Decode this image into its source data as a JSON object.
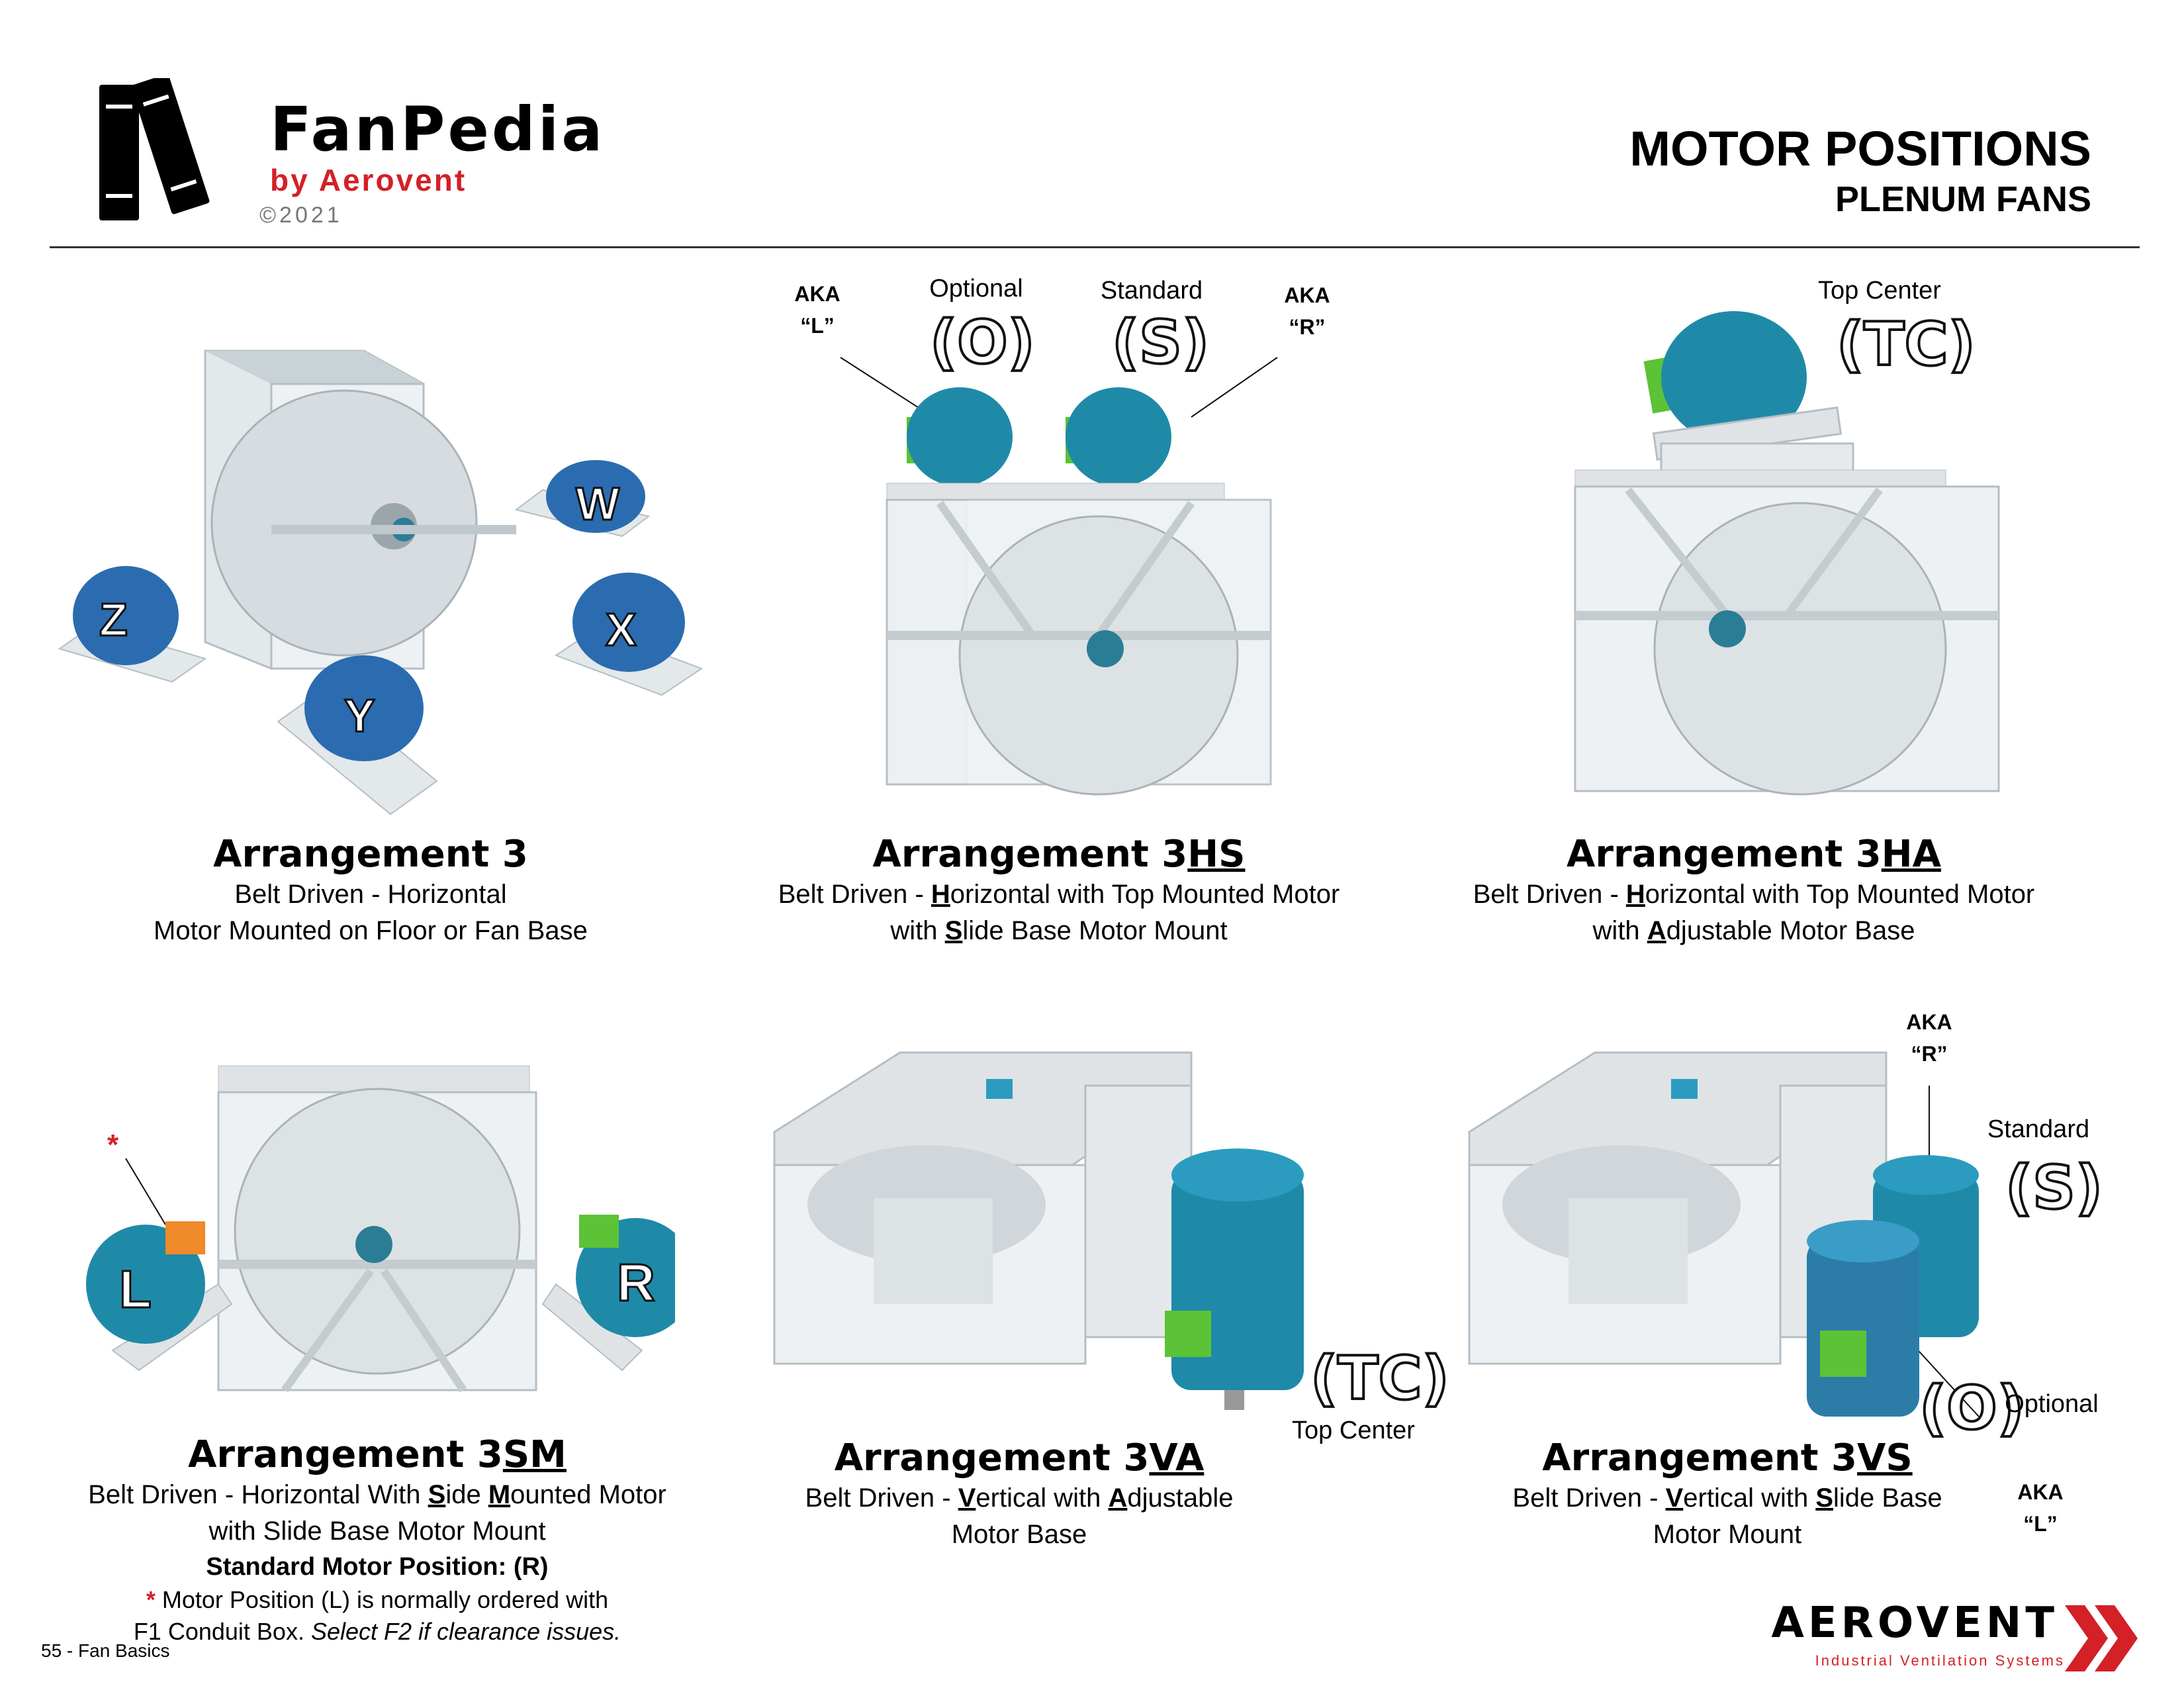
{
  "header": {
    "brand_title": "FanPedia",
    "brand_by": "by Aerovent",
    "copyright": "©2021",
    "page_title": "MOTOR POSITIONS",
    "page_subtitle": "PLENUM FANS"
  },
  "panels": {
    "arr3": {
      "title": "Arrangement 3",
      "line1": "Belt Driven - Horizontal",
      "line2": "Motor Mounted on Floor or Fan Base",
      "motor_letters": [
        "W",
        "Z",
        "X",
        "Y"
      ]
    },
    "arr3hs": {
      "title_prefix": "Arrangement 3",
      "title_suffix": "HS",
      "line1_a": "Belt Driven - ",
      "line1_b": "H",
      "line1_c": "orizontal with Top Mounted Motor",
      "line2_a": "with ",
      "line2_b": "S",
      "line2_c": "lide Base Motor Mount",
      "optional_label": "Optional",
      "standard_label": "Standard",
      "aka_left_1": "AKA",
      "aka_left_2": "“L”",
      "aka_right_1": "AKA",
      "aka_right_2": "“R”",
      "pos_o": "(O)",
      "pos_s": "(S)"
    },
    "arr3ha": {
      "title_prefix": "Arrangement 3",
      "title_suffix": "HA",
      "line1_a": "Belt Driven - ",
      "line1_b": "H",
      "line1_c": "orizontal with Top Mounted Motor",
      "line2_a": "with ",
      "line2_b": "A",
      "line2_c": "djustable Motor Base",
      "top_center_label": "Top Center",
      "pos_tc": "(TC)"
    },
    "arr3sm": {
      "title_prefix": "Arrangement 3",
      "title_suffix": "SM",
      "line1_a": "Belt Driven - Horizontal With ",
      "line1_b": "S",
      "line1_c": "ide ",
      "line1_d": "M",
      "line1_e": "ounted Motor",
      "line2": "with Slide Base Motor Mount",
      "standard_pos": "Standard Motor Position: (R)",
      "note_star": "*",
      "note_1": "Motor Position (L) is normally ordered with",
      "note_2a": "F1 Conduit Box. ",
      "note_2b": "Select F2 if clearance issues.",
      "motor_left": "L",
      "motor_right": "R"
    },
    "arr3va": {
      "title_prefix": "Arrangement 3",
      "title_suffix": "VA",
      "line1_a": "Belt Driven - ",
      "line1_b": "V",
      "line1_c": "ertical with ",
      "line1_d": "A",
      "line1_e": "djustable",
      "line2": "Motor Base",
      "top_center_label": "Top Center",
      "pos_tc": "(TC)"
    },
    "arr3vs": {
      "title_prefix": "Arrangement 3",
      "title_suffix": "VS",
      "line1_a": "Belt Driven - ",
      "line1_b": "V",
      "line1_c": "ertical with ",
      "line1_d": "S",
      "line1_e": "lide Base",
      "line2": "Motor Mount",
      "aka_top_1": "AKA",
      "aka_top_2": "“R”",
      "standard_label": "Standard",
      "pos_s": "(S)",
      "pos_o": "(O)",
      "optional_label": "Optional",
      "aka_bot_1": "AKA",
      "aka_bot_2": "“L”"
    }
  },
  "footer": {
    "page_ref": "55 - Fan Basics",
    "brand": "AEROVENT",
    "brand_sub": "Industrial Ventilation Systems"
  },
  "colors": {
    "motor_blue": "#2b6cb0",
    "motor_teal": "#1f8aa8",
    "housing_gray": "#dfe3e6",
    "conduit_green": "#5cc236",
    "conduit_orange": "#f08a2a",
    "accent_red": "#d42027"
  }
}
